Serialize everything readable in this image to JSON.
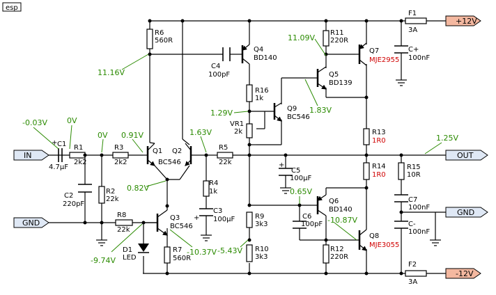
{
  "logo": "esp",
  "connectors": {
    "in": "IN",
    "gnd_left": "GND",
    "out": "OUT",
    "gnd_right": "GND",
    "plus12": "+12V",
    "minus12": "-12V"
  },
  "colors": {
    "wire": "#000000",
    "voltage": "#2a8a00",
    "red_label": "#d00000",
    "connector_fill": "#dfe8f5",
    "rail_fill": "#f4b8a0"
  },
  "voltages": {
    "in_dc": "-0.03V",
    "c1_node": "0V",
    "r3_node": "0V",
    "q1_base": "0.91V",
    "q2_base": "1.63V",
    "emitters": "0.82V",
    "q3_base": "-9.74V",
    "q3_collector": "-10.37V",
    "r6_node": "11.16V",
    "q5_emitter": "11.09V",
    "q9_node": "1.29V",
    "q5_base": "1.83V",
    "out": "1.25V",
    "q6_base": "0.65V",
    "q8_node": "-10.87V",
    "r10_node": "-5.43V"
  },
  "components": {
    "c1": {
      "ref": "C1",
      "value": "4.7µF"
    },
    "r1": {
      "ref": "R1",
      "value": "2k2"
    },
    "r3": {
      "ref": "R3",
      "value": "2k2"
    },
    "c2": {
      "ref": "C2",
      "value": "220pF"
    },
    "r2": {
      "ref": "R2",
      "value": "22k"
    },
    "r8": {
      "ref": "R8",
      "value": "22k"
    },
    "q1": {
      "ref": "Q1"
    },
    "q2": {
      "ref": "Q2"
    },
    "q12_type": "BC546",
    "q3": {
      "ref": "Q3",
      "value": "BC546"
    },
    "d1": {
      "ref": "D1",
      "value": "LED"
    },
    "r7": {
      "ref": "R7",
      "value": "560R"
    },
    "r6": {
      "ref": "R6",
      "value": "560R"
    },
    "r4": {
      "ref": "R4",
      "value": "1k"
    },
    "c3": {
      "ref": "C3",
      "value": "100µF"
    },
    "r5": {
      "ref": "R5",
      "value": "22k"
    },
    "q4": {
      "ref": "Q4",
      "value": "BD140"
    },
    "c4": {
      "ref": "C4",
      "value": "100pF"
    },
    "r16": {
      "ref": "R16",
      "value": "1k"
    },
    "vr1": {
      "ref": "VR1",
      "value": "2k"
    },
    "q9": {
      "ref": "Q9",
      "value": "BC546"
    },
    "r9": {
      "ref": "R9",
      "value": "3k3"
    },
    "r10": {
      "ref": "R10",
      "value": "3k3"
    },
    "c5": {
      "ref": "C5",
      "value": "100µF"
    },
    "c6": {
      "ref": "C6",
      "value": "100pF"
    },
    "r11": {
      "ref": "R11",
      "value": "220R"
    },
    "q5": {
      "ref": "Q5",
      "value": "BD139"
    },
    "q7": {
      "ref": "Q7",
      "value": "MJE2955"
    },
    "r13": {
      "ref": "R13",
      "value": "1R0"
    },
    "r14": {
      "ref": "R14",
      "value": "1R0"
    },
    "q6": {
      "ref": "Q6",
      "value": "BD140"
    },
    "r12": {
      "ref": "R12",
      "value": "220R"
    },
    "q8": {
      "ref": "Q8",
      "value": "MJE3055"
    },
    "f1": {
      "ref": "F1",
      "value": "3A"
    },
    "f2": {
      "ref": "F2",
      "value": "3A"
    },
    "cplus": {
      "ref": "C+",
      "value": "100nF"
    },
    "r15": {
      "ref": "R15",
      "value": "10R"
    },
    "c7": {
      "ref": "C7",
      "value": "100nF"
    },
    "cminus": {
      "ref": "C-",
      "value": "100nF"
    }
  }
}
